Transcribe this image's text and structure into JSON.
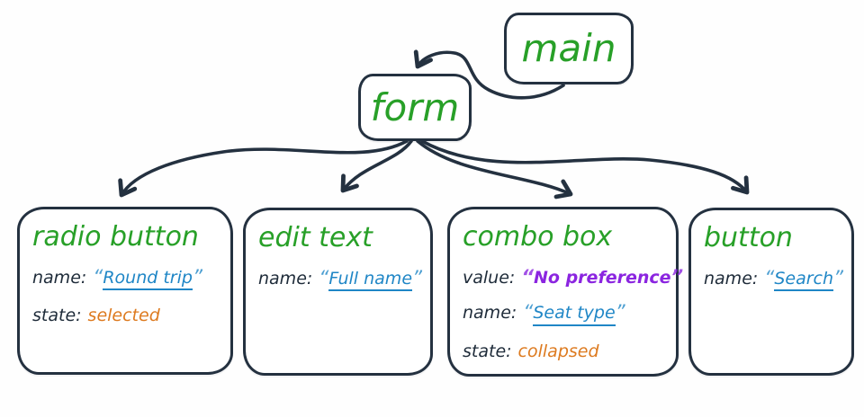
{
  "colors": {
    "stroke": "#243140",
    "node_label_green": "#28a028",
    "prop_key_navy": "#1e2b39",
    "name_value_blue": "#1f86c6",
    "state_value_orange": "#dd7a1f",
    "combo_value_purple": "#8b25e0",
    "background": "#fefefe"
  },
  "quotes": {
    "open": "“",
    "close": "”"
  },
  "tree": {
    "root": {
      "label": "main"
    },
    "form": {
      "label": "form"
    },
    "children": [
      {
        "label": "radio button",
        "props": [
          {
            "key": "name:",
            "value": "Round trip"
          },
          {
            "key": "state:",
            "value": "selected"
          }
        ]
      },
      {
        "label": "edit text",
        "props": [
          {
            "key": "name:",
            "value": "Full name"
          }
        ]
      },
      {
        "label": "combo box",
        "props": [
          {
            "key": "value:",
            "value": "No preference"
          },
          {
            "key": "name:",
            "value": "Seat type"
          },
          {
            "key": "state:",
            "value": "collapsed"
          }
        ]
      },
      {
        "label": "button",
        "props": [
          {
            "key": "name:",
            "value": "Search"
          }
        ]
      }
    ]
  }
}
